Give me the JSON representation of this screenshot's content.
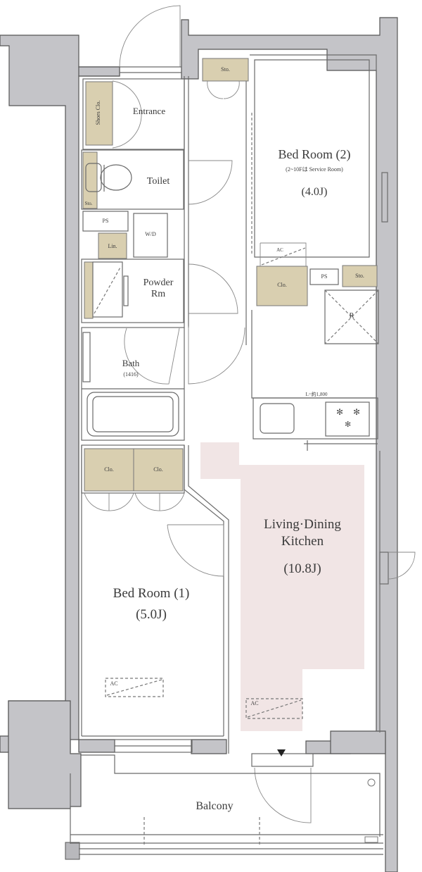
{
  "floorplan": {
    "colors": {
      "wall": "#c4c4c8",
      "wall_line": "#555555",
      "closet": "#d9cfb0",
      "ldk_highlight": "#f1e5e5",
      "line": "#6a6a6a",
      "background": "#ffffff"
    },
    "rooms": {
      "entrance": "Entrance",
      "shoes_closet": "Shoes Clo.",
      "toilet": "Toilet",
      "toilet_storage": "Sto.",
      "ps_left": "PS",
      "wd": "W/D",
      "linen": "Lin.",
      "powder_room_line1": "Powder",
      "powder_room_line2": "Rm",
      "bath": "Bath",
      "bath_size": "(1416)",
      "closet_bath_1": "Clo.",
      "closet_bath_2": "Clo.",
      "bedroom2_title": "Bed Room (2)",
      "bedroom2_note": "(2~10Fは Service Room)",
      "bedroom2_size": "(4.0J)",
      "bedroom2_closet": "Clo.",
      "bedroom2_ac": "AC",
      "storage_top": "Sto.",
      "ps_right": "PS",
      "storage_right": "Sto.",
      "refrigerator": "R",
      "kitchen_counter": "L=約1,800",
      "ldk_line1": "Living·Dining",
      "ldk_line2": "Kitchen",
      "ldk_size": "(10.8J)",
      "ldk_ac": "AC",
      "bedroom1_title": "Bed Room (1)",
      "bedroom1_size": "(5.0J)",
      "bedroom1_ac": "AC",
      "balcony": "Balcony"
    },
    "icons": [
      "door-swing-icon",
      "entry-arrow-icon",
      "stove-burner-icon",
      "sink-icon",
      "toilet-fixture-icon",
      "bathtub-icon",
      "drain-circle-icon"
    ]
  }
}
